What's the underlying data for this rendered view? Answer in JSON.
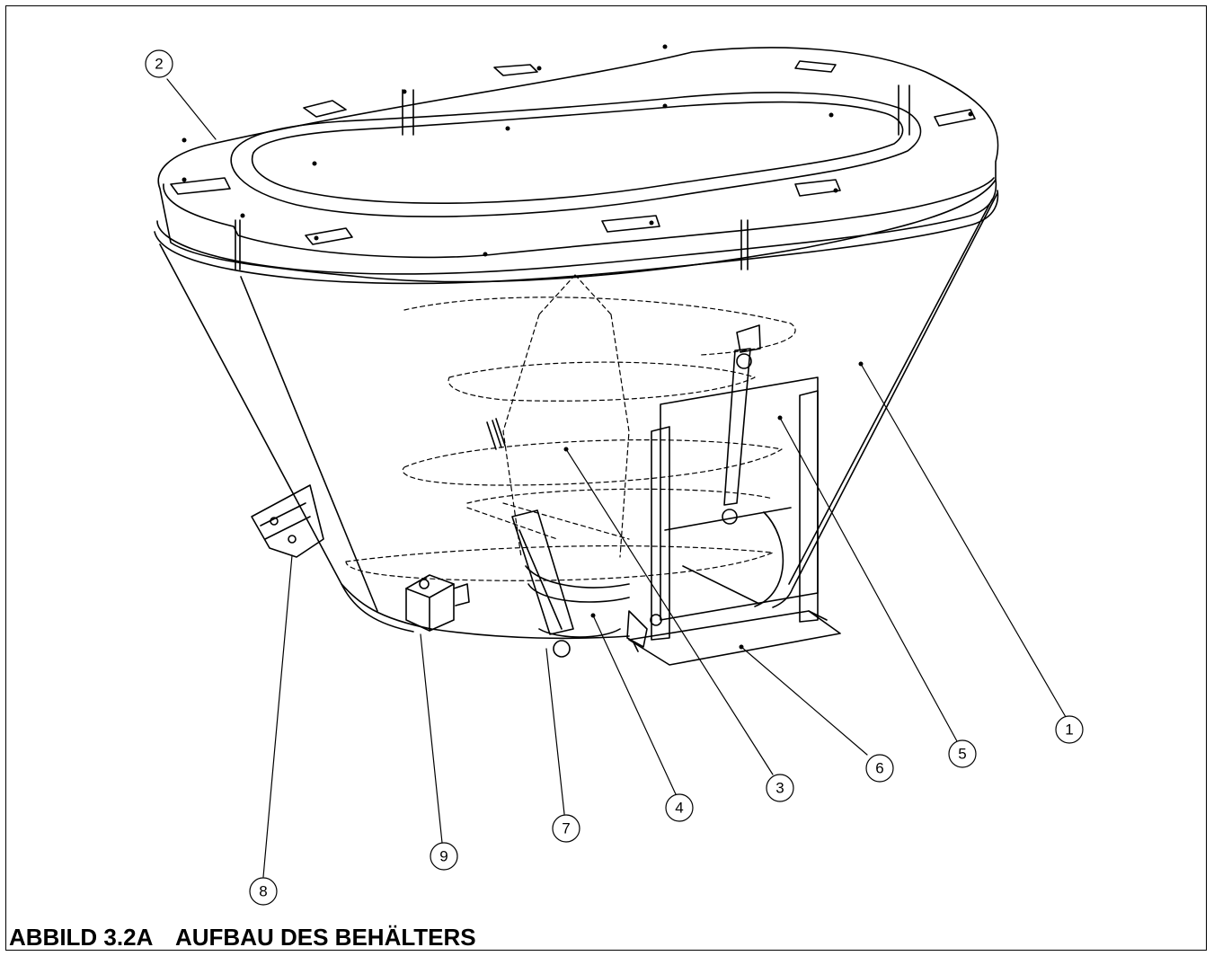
{
  "figure": {
    "number": "ABBILD 3.2A",
    "title": "AUFBAU DES BEHÄLTERS"
  },
  "callouts": [
    "1",
    "2",
    "3",
    "4",
    "5",
    "6",
    "7",
    "8",
    "9"
  ],
  "colors": {
    "line": "#000000",
    "background": "#ffffff"
  }
}
